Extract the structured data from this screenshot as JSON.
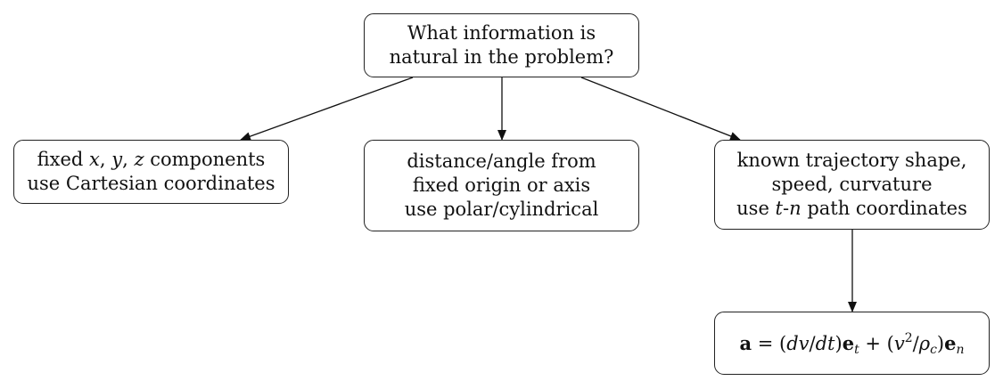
{
  "root": {
    "line1": "What information is",
    "line2": "natural in the problem?"
  },
  "cartesian": {
    "pre": "fixed ",
    "x": "x",
    "sep1": ", ",
    "y": "y",
    "sep2": ", ",
    "z": "z",
    "post": " components",
    "line2": "use Cartesian coordinates"
  },
  "polar": {
    "line1": "distance/angle from",
    "line2": "fixed origin or axis",
    "line3": "use polar/cylindrical"
  },
  "path": {
    "line1": "known trajectory shape,",
    "line2": "speed, curvature",
    "line3_pre": "use ",
    "line3_t": "t",
    "line3_dash": "-",
    "line3_n": "n",
    "line3_post": " path coordinates"
  },
  "accel": {
    "a": "a",
    "eq": " = (",
    "dv": "dv",
    "slash": "/",
    "dt": "dt",
    "close": ")",
    "e1": "e",
    "sub_t": "t",
    "plus": " + (",
    "v": "v",
    "sq": "2",
    "slash2": "/",
    "rho": "ρ",
    "sub_c": "c",
    "close2": ")",
    "e2": "e",
    "sub_n": "n"
  }
}
